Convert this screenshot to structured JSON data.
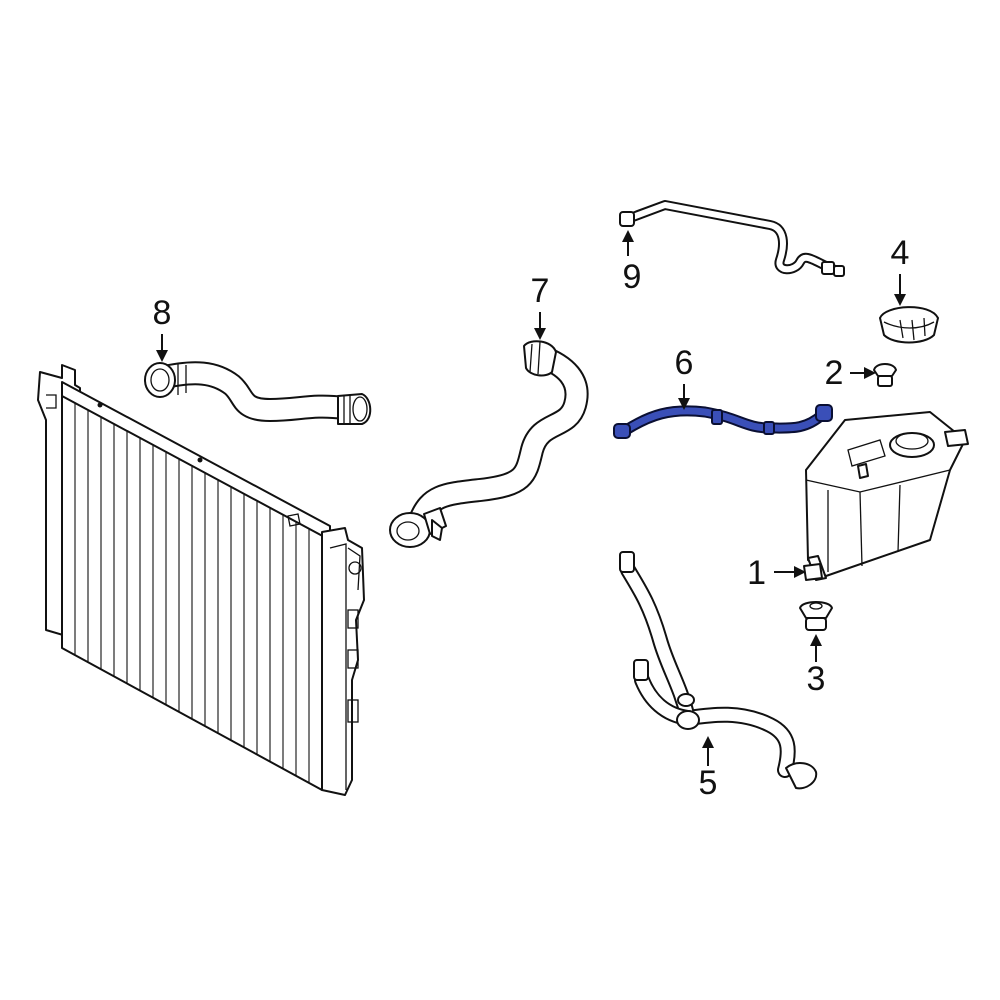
{
  "diagram": {
    "highlight_color": "#3a4fb8",
    "callouts": [
      {
        "id": "1",
        "label": "1"
      },
      {
        "id": "2",
        "label": "2"
      },
      {
        "id": "3",
        "label": "3"
      },
      {
        "id": "4",
        "label": "4"
      },
      {
        "id": "5",
        "label": "5"
      },
      {
        "id": "6",
        "label": "6"
      },
      {
        "id": "7",
        "label": "7"
      },
      {
        "id": "8",
        "label": "8"
      },
      {
        "id": "9",
        "label": "9"
      }
    ]
  }
}
